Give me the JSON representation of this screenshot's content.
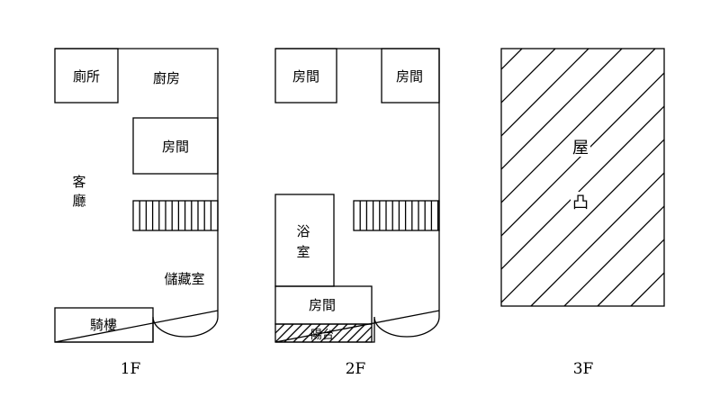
{
  "colors": {
    "line": "#000000",
    "background": "#ffffff"
  },
  "floor1": {
    "label": "1F",
    "toilet": "廁所",
    "kitchen": "廚房",
    "room": "房間",
    "living_top": "客",
    "living_bottom": "廳",
    "storage": "儲藏室",
    "arcade": "騎樓"
  },
  "floor2": {
    "label": "2F",
    "room_left": "房間",
    "room_right": "房間",
    "bath_top": "浴",
    "bath_bottom": "室",
    "room_bottom": "房間",
    "balcony": "陽台"
  },
  "floor3": {
    "label": "3F",
    "roof_top": "屋",
    "roof_bottom": "凸"
  }
}
